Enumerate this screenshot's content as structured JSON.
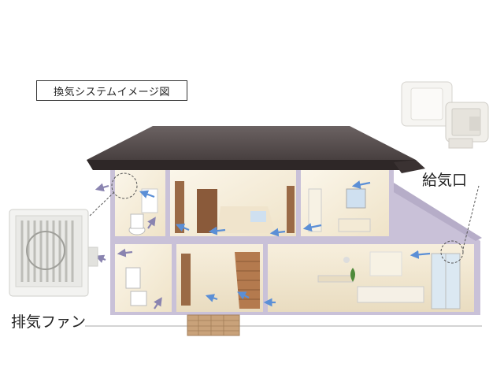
{
  "title": "換気システムイメージ図",
  "labels": {
    "supply_vent": "給気口",
    "exhaust_fan": "排気ファン"
  },
  "colors": {
    "roof": "#4a4040",
    "wall_exterior": "#c9c1d8",
    "room_interior": "#f4ecd8",
    "airflow_arrow": "#5b8fd6",
    "exhaust_arrow": "#8a84b0"
  },
  "icons": [
    "exhaust-fan-icon",
    "supply-vent-icon",
    "airflow-arrow-icon"
  ]
}
